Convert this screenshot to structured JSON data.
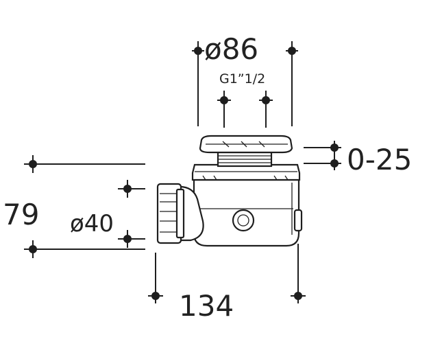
{
  "diagram": {
    "dimensions": {
      "top_diameter": "ø86",
      "thread": "G1”1/2",
      "adjustment": "0-25",
      "height": "79",
      "outlet_diameter": "ø40",
      "length": "134"
    }
  }
}
